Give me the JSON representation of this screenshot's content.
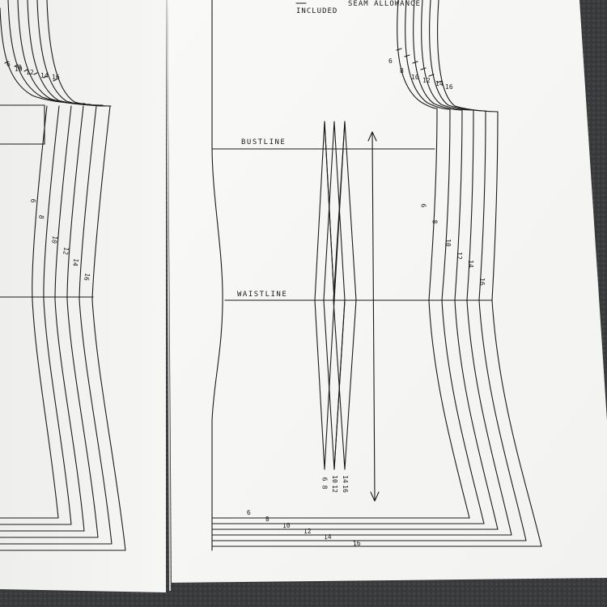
{
  "note": {
    "line1": "SEAM ALLOWANCE",
    "line2": "INCLUDED"
  },
  "labels": {
    "bustline": "BUSTLINE",
    "waistline": "WAISTLINE"
  },
  "sizes": [
    "6",
    "8",
    "10",
    "12",
    "14",
    "16"
  ],
  "colors": {
    "carpet": "#3a3b3d",
    "paper": "#f7f7f5",
    "ink": "#1a1a1a"
  }
}
